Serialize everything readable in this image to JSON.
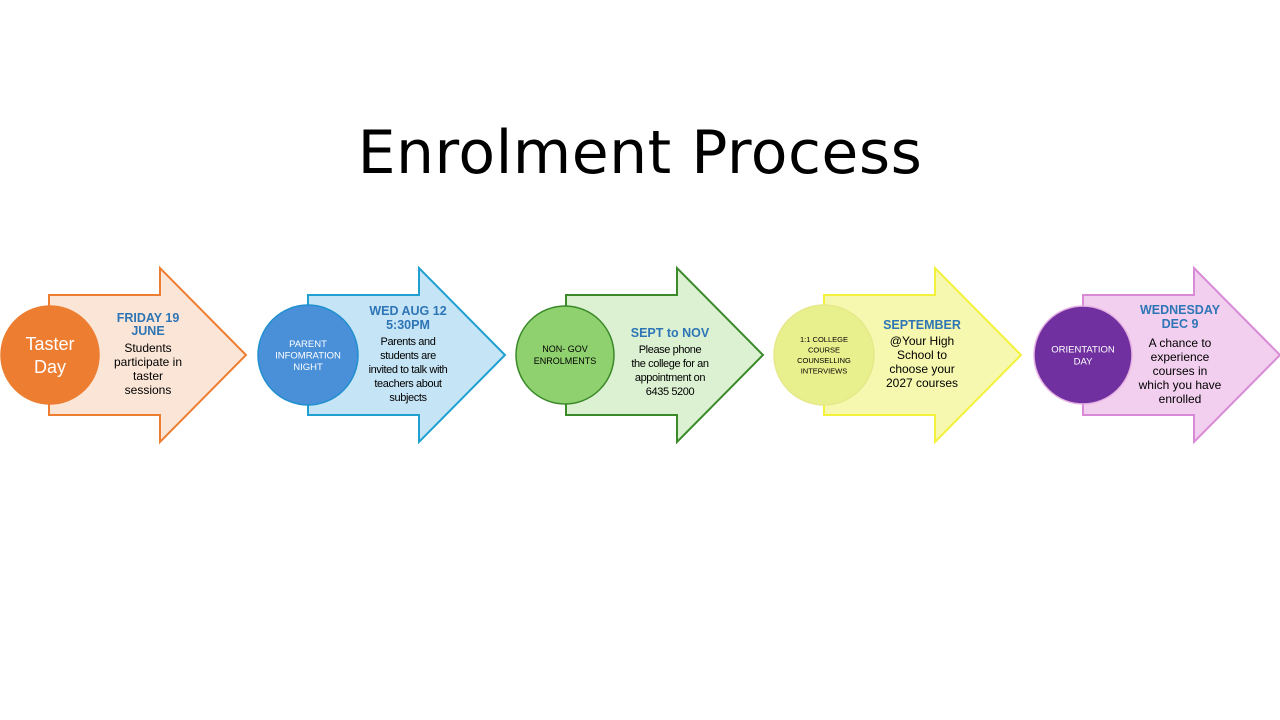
{
  "title": "Enrolment Process",
  "steps": [
    {
      "circle_lines": [
        "Taster",
        "Day"
      ],
      "head_lines": [
        "FRIDAY 19",
        "JUNE"
      ],
      "body_lines": [
        "Students",
        "participate in",
        "taster",
        "sessions"
      ],
      "colors": {
        "circle": "#ED7D31",
        "circle_text": "#FFFFFF",
        "arrow_fill": "#FBE5D6",
        "arrow_stroke": "#ED7D31",
        "head": "#2E75B6"
      }
    },
    {
      "circle_lines": [
        "PARENT",
        "INFOMRATION",
        "NIGHT"
      ],
      "head_lines": [
        "WED AUG 12",
        "5:30PM"
      ],
      "body_lines": [
        "Parents and",
        "students are",
        "invited to talk with",
        "teachers about",
        "subjects"
      ],
      "colors": {
        "circle": "#4A90D9",
        "circle_text": "#FFFFFF",
        "arrow_fill": "#C5E4F5",
        "arrow_stroke": "#1FA0D0",
        "head": "#2E75B6"
      }
    },
    {
      "circle_lines": [
        "NON- GOV",
        "ENROLMENTS"
      ],
      "head_lines": [
        "SEPT to NOV"
      ],
      "body_lines": [
        "Please phone",
        "the college for an",
        "appointment on",
        "6435 5200"
      ],
      "colors": {
        "circle": "#8FD16F",
        "circle_text": "#000000",
        "arrow_fill": "#DCF1D2",
        "arrow_stroke": "#3A8A2A",
        "head": "#2E75B6"
      }
    },
    {
      "circle_lines": [
        "1:1 COLLEGE",
        "COURSE",
        "COUNSELLING",
        "INTERVIEWS"
      ],
      "head_lines": [
        "SEPTEMBER"
      ],
      "body_lines": [
        "@Your High",
        "School to",
        "choose your",
        "2027 courses"
      ],
      "colors": {
        "circle": "#E8F08E",
        "circle_text": "#000000",
        "arrow_fill": "#F5F8AE",
        "arrow_stroke": "#F2F23A",
        "head": "#2E75B6"
      }
    },
    {
      "circle_lines": [
        "ORIENTATION",
        "DAY"
      ],
      "head_lines": [
        "WEDNESDAY",
        "DEC 9"
      ],
      "body_lines": [
        "A chance to",
        "experience",
        "courses in",
        "which you have",
        "enrolled"
      ],
      "colors": {
        "circle": "#7030A0",
        "circle_text": "#FFFFFF",
        "arrow_fill": "#F2CFEE",
        "arrow_stroke": "#D98AD6",
        "head": "#2E75B6"
      }
    }
  ]
}
